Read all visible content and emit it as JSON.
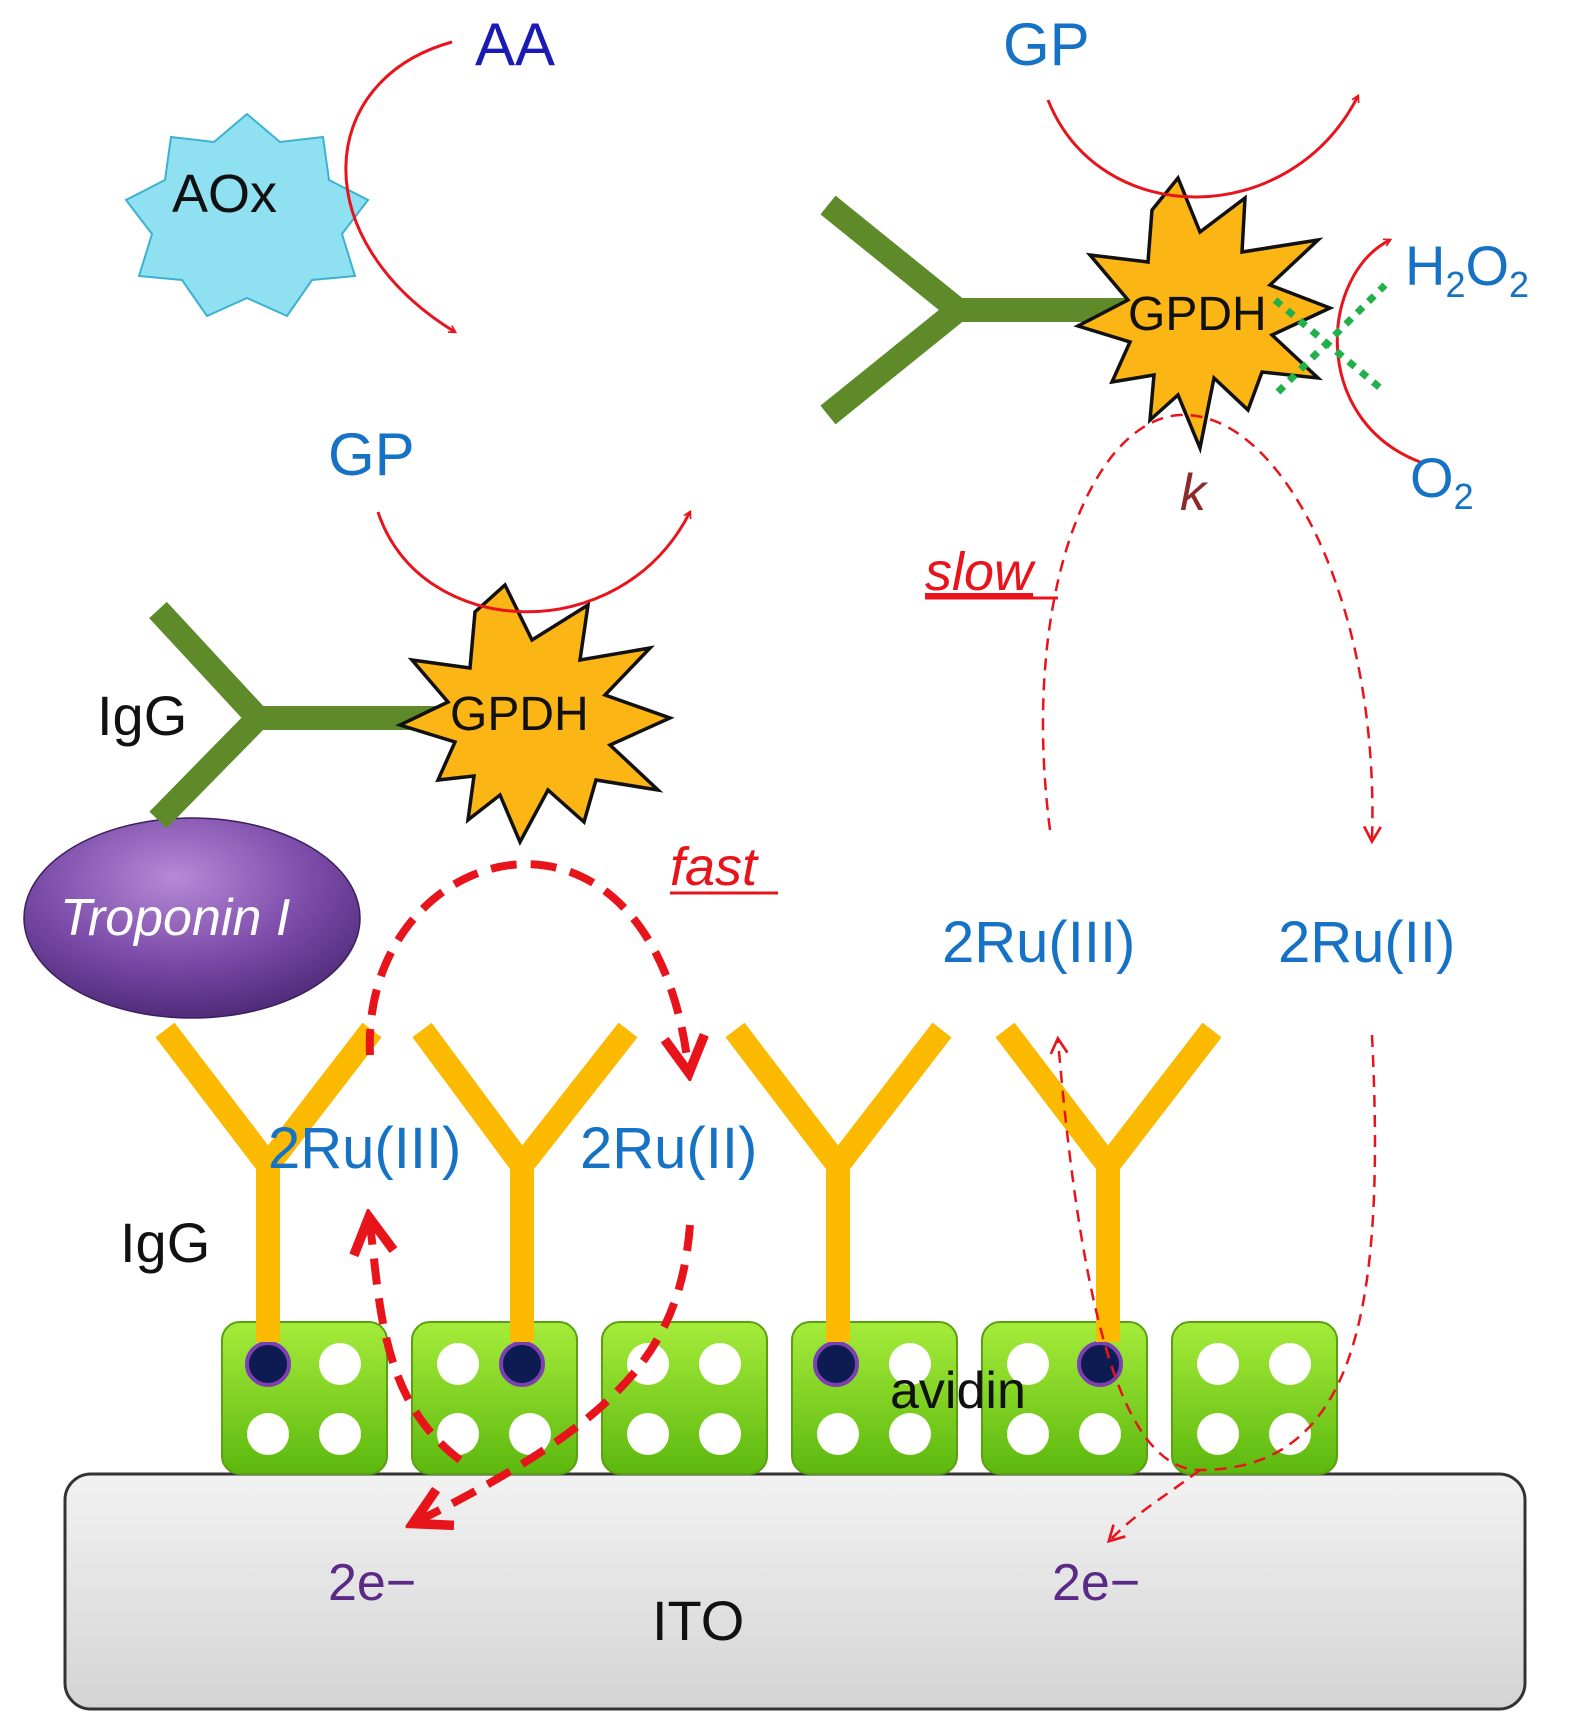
{
  "labels": {
    "aa": "AA",
    "aox": "AOx",
    "gp_top": "GP",
    "gpdh_top": "GPDH",
    "h2o2": "H2O2",
    "o2": "O2",
    "k": "k",
    "gp_left": "GP",
    "slow": "slow",
    "igg_top": "IgG",
    "gpdh_left": "GPDH",
    "fast": "fast",
    "troponin": "Troponin I",
    "ru3_right": "2Ru(III)",
    "ru2_right": "2Ru(II)",
    "ru3_left": "2Ru(III)",
    "ru2_left": "2Ru(II)",
    "igg_bottom": "IgG",
    "avidin": "avidin",
    "e_left": "2e−",
    "e_right": "2e−",
    "ito": "ITO"
  },
  "colors": {
    "red_arrow": "#e8141c",
    "blue_text": "#1572c4",
    "dark_blue_text": "#1a1ab4",
    "purple_text": "#5b2a86",
    "k_text": "#8b2b2b",
    "antibody_green": "#5e8a2a",
    "antibody_yellow": "#fbb900",
    "enzyme_fill": "#fbb514",
    "aox_fill": "#8fe0f0",
    "avidin_green": "#7ccf1c",
    "biotin_navy": "#0c1c52",
    "troponin_purple": "#7b4ba8",
    "ito_gray": "#e6e6e6",
    "dotted_green": "#22b04a"
  }
}
